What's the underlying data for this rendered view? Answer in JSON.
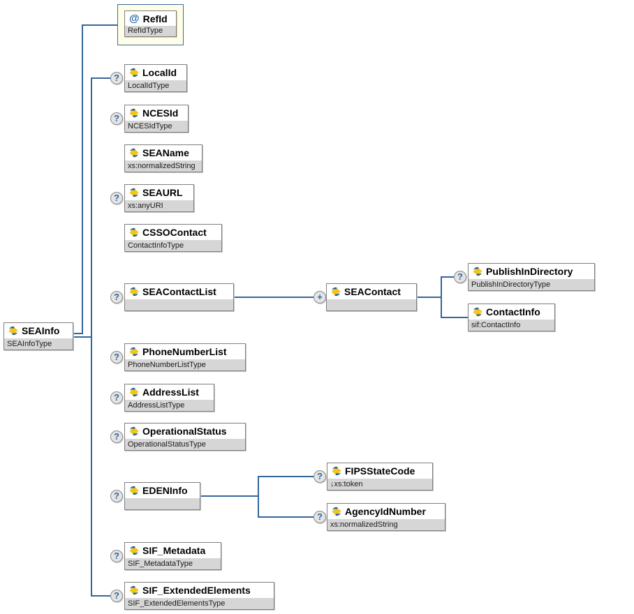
{
  "diagram_kind": "xml-schema-content-model",
  "indicators": {
    "optional": "?",
    "repeat": "+",
    "attribute": "@"
  },
  "colors": {
    "connector_line": "#336699",
    "box_border": "#7f7f7f",
    "type_strip_bg": "#d6d6d6",
    "attribute_container_bg": "#ffffe8",
    "attribute_container_border": "#3a6b9f",
    "icon_yellow": "#f5c518",
    "icon_blue": "#2565a5",
    "badge_bg": "#e4e4e4"
  },
  "nodes": {
    "seainfo": {
      "label": "SEAInfo",
      "type": "SEAInfoType"
    },
    "refid": {
      "label": "RefId",
      "type": "RefIdType"
    },
    "localid": {
      "label": "LocalId",
      "type": "LocalIdType"
    },
    "ncesid": {
      "label": "NCESId",
      "type": "NCESIdType"
    },
    "seaname": {
      "label": "SEAName",
      "type": "xs:normalizedString"
    },
    "seaurl": {
      "label": "SEAURL",
      "type": "xs:anyURI"
    },
    "cssocontact": {
      "label": "CSSOContact",
      "type": "ContactInfoType"
    },
    "seacontactlist": {
      "label": "SEAContactList",
      "type": ""
    },
    "seacontact": {
      "label": "SEAContact",
      "type": ""
    },
    "publishindirectory": {
      "label": "PublishInDirectory",
      "type": "PublishInDirectoryType"
    },
    "contactinfo": {
      "label": "ContactInfo",
      "type": "sif:ContactInfo"
    },
    "phonenumberlist": {
      "label": "PhoneNumberList",
      "type": "PhoneNumberListType"
    },
    "addresslist": {
      "label": "AddressList",
      "type": "AddressListType"
    },
    "operationalstatus": {
      "label": "OperationalStatus",
      "type": "OperationalStatusType"
    },
    "edeninfo": {
      "label": "EDENInfo",
      "type": ""
    },
    "fipsstatecode": {
      "label": "FIPSStateCode",
      "type": "↓xs:token"
    },
    "agencyidnumber": {
      "label": "AgencyIdNumber",
      "type": "xs:normalizedString"
    },
    "sifmetadata": {
      "label": "SIF_Metadata",
      "type": "SIF_MetadataType"
    },
    "sifextendedelements": {
      "label": "SIF_ExtendedElements",
      "type": "SIF_ExtendedElementsType"
    }
  }
}
